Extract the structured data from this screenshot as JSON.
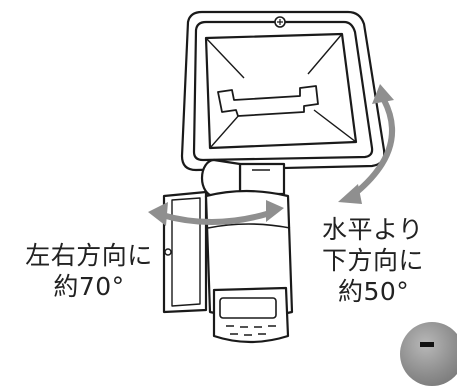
{
  "captions": {
    "horizontal": {
      "line1": "左右方向に",
      "line2": "約70°"
    },
    "vertical": {
      "line1": "水平より",
      "line2": "下方向に",
      "line3": "約50°"
    }
  },
  "colors": {
    "arrow": "#8f8f8f",
    "outline": "#1a1a1a",
    "text": "#222222"
  }
}
